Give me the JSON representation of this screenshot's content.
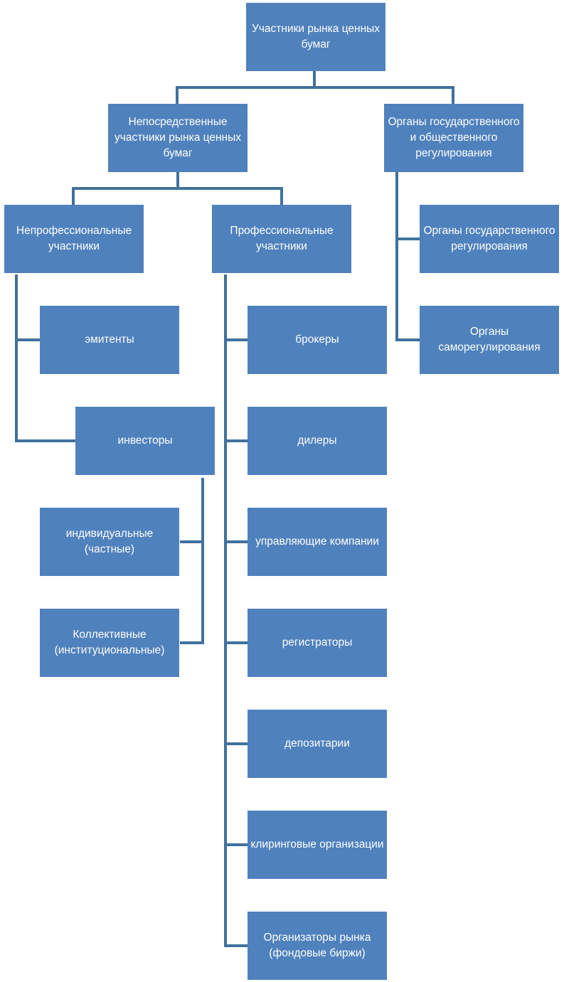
{
  "diagram": {
    "line_color": "#41719c",
    "box_color": "#4f81bd",
    "text_color": "#ffffff",
    "nodes": {
      "root": "Участники рынка ценных бумаг",
      "direct": "Непосредственные участники рынка ценных бумаг",
      "regulators": "Органы государственного и общественного регулирования",
      "nonprof": "Непрофессиональные участники",
      "prof": "Профессиональные участники",
      "state_reg": "Органы государственного регулирования",
      "self_reg": "Органы саморегулирования",
      "emitents": "эмитенты",
      "investors": "инвесторы",
      "individual": "индивидуальные (частные)",
      "collective": "Коллективные (институциональные)",
      "brokers": "брокеры",
      "dealers": "дилеры",
      "managers": "управляющие компании",
      "registrars": "регистраторы",
      "depositories": "депозитарии",
      "clearing": "клиринговые организации",
      "exchanges": "Организаторы рынка (фондовые биржи)"
    }
  }
}
